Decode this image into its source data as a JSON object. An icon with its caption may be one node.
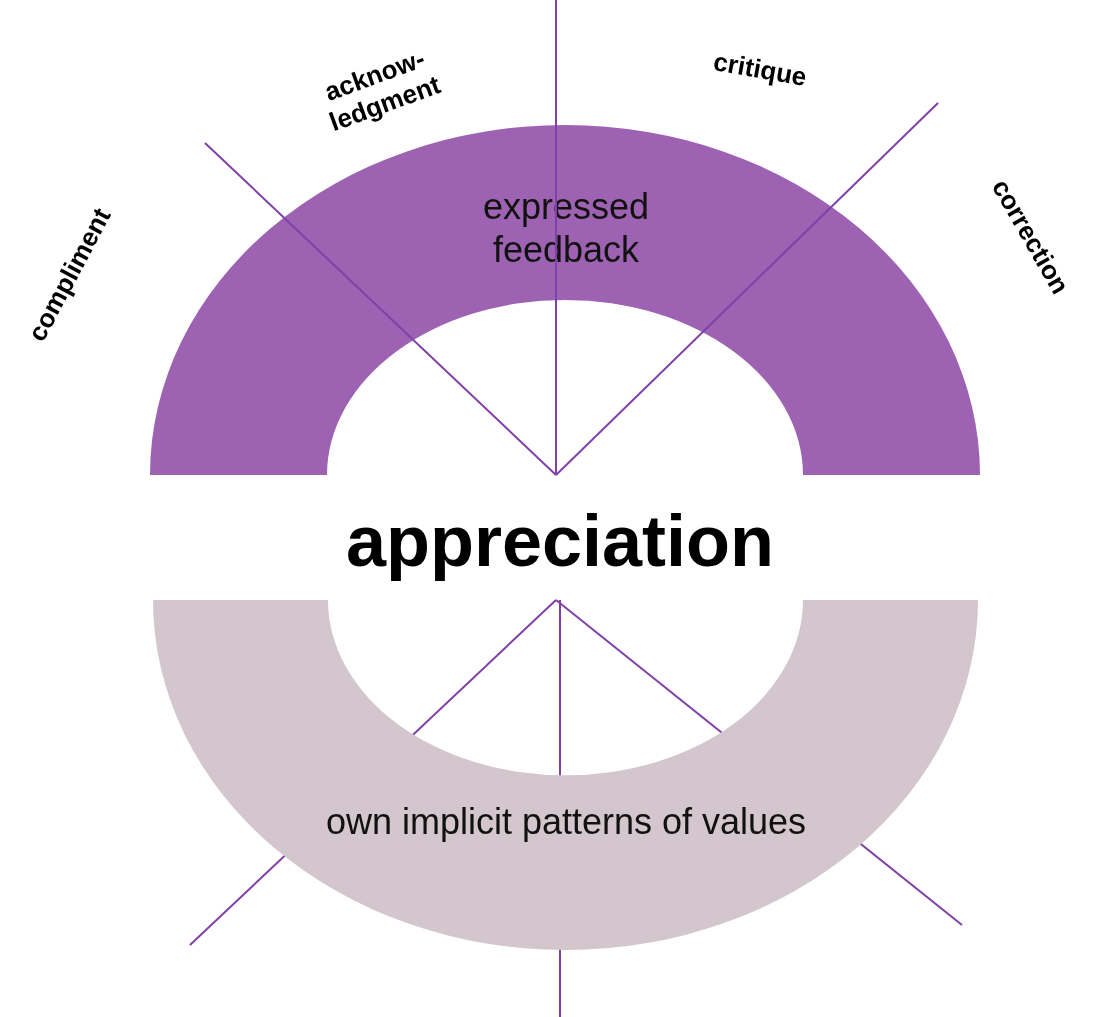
{
  "diagram": {
    "nodes": [
      {
        "text": [
          "expressed feedback"
        ]
      },
      {
        "text": [
          "own implicit patterns of values"
        ]
      }
    ],
    "labels": [
      "acknow-ledgment",
      "critique",
      "compliment",
      "correction",
      "appreciation"
    ]
  }
}
